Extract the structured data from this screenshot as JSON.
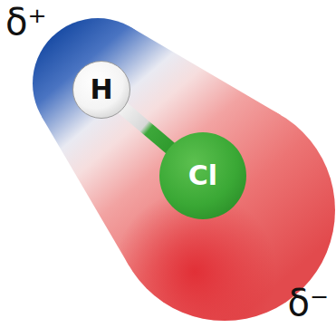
{
  "diagram": {
    "nodes": [
      {
        "text": [
          "H"
        ]
      },
      {
        "text": [
          "Cl"
        ]
      }
    ],
    "edges": [
      {
        "from": 0,
        "to": 1,
        "arrow": "none"
      }
    ],
    "labels": [
      "δ⁺",
      "δ⁻"
    ]
  }
}
